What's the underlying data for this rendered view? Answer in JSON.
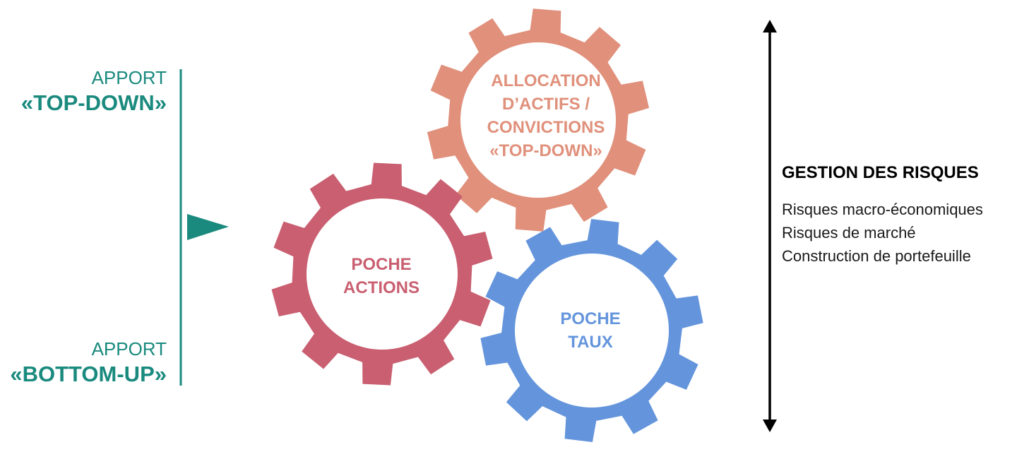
{
  "colors": {
    "teal": "#1A8A7E",
    "allocation": "#E0907B",
    "actions": "#C95F70",
    "taux": "#6495DC",
    "arrow": "#000000"
  },
  "left": {
    "top": {
      "line1": "APPORT",
      "line2": "«TOP-DOWN»"
    },
    "bottom": {
      "line1": "APPORT",
      "line2": "«BOTTOM-UP»"
    },
    "pointer_icon": "triangle-right-icon"
  },
  "gears": {
    "allocation": {
      "lines": [
        "ALLOCATION",
        "D’ACTIFS /",
        "CONVICTIONS",
        "«TOP-DOWN»"
      ]
    },
    "actions": {
      "lines": [
        "POCHE",
        "ACTIONS"
      ]
    },
    "taux": {
      "lines": [
        "POCHE",
        "TAUX"
      ]
    }
  },
  "risk": {
    "title": "GESTION DES RISQUES",
    "items": [
      "Risques macro-économiques",
      "Risques de marché",
      "Construction de portefeuille"
    ],
    "arrow_icon": "double-arrow-vertical-icon"
  }
}
